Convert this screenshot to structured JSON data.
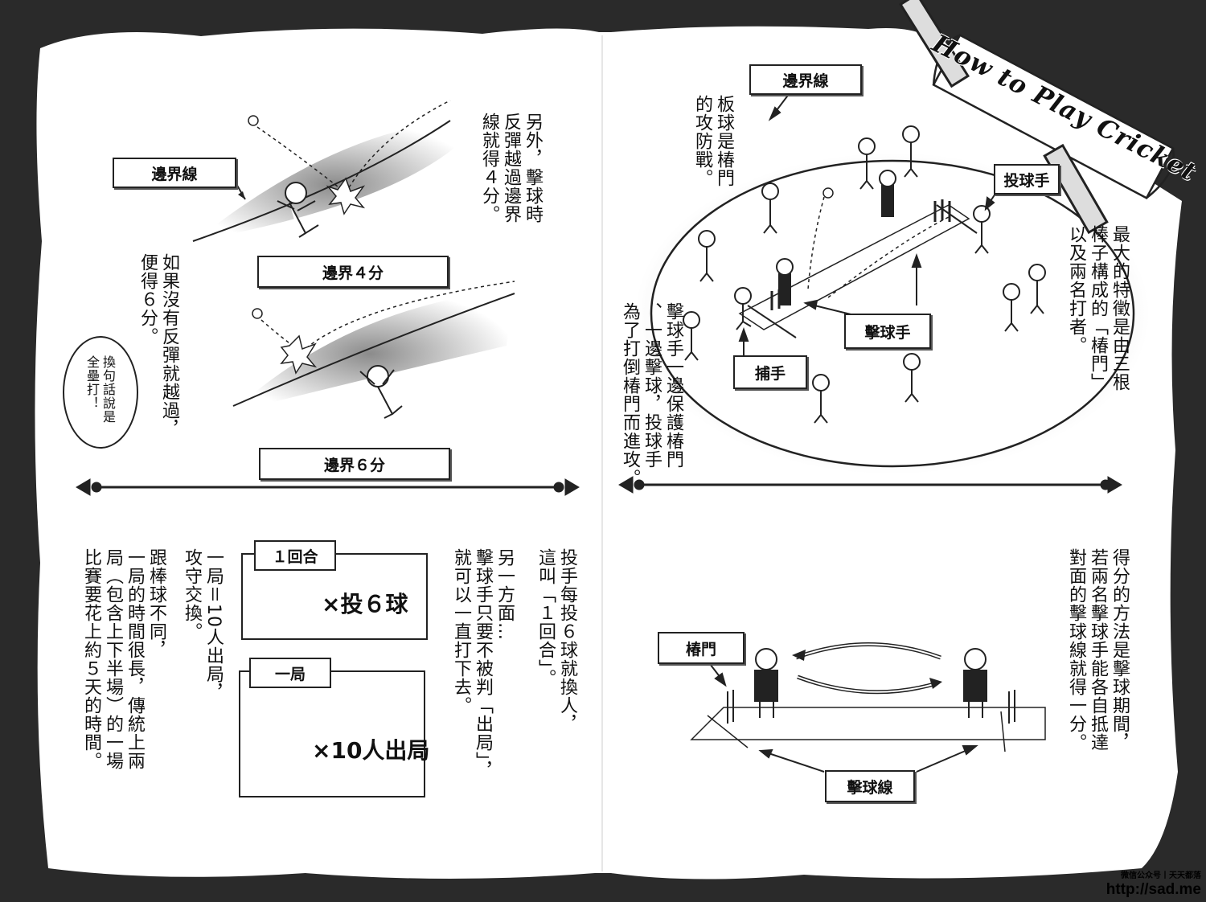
{
  "banner": {
    "title": "How to Play Cricket"
  },
  "left_page": {
    "text_rebound": "另外，擊球時\n反彈越過邊界\n線就得４分。",
    "text_no_rebound": "如果沒有反彈就越過，\n便得６分。",
    "bubble": "換句話說是\n全壘打！",
    "label_boundary": "邊界線",
    "label_boundary_4": "邊界４分",
    "label_boundary_6": "邊界６分",
    "text_over": "投手每投６球就換人，\n這叫「１回合」。",
    "text_batsman": "另一方面…\n擊球手只要不被判「出局」，\n就可以一直打下去。",
    "text_innings": "一局＝10人出局，\n攻守交換。",
    "text_duration": "跟棒球不同，\n一局的時間很長，傳統上兩\n局（包含上下半場）的一場\n比賽要花上約５天的時間。",
    "box_over": {
      "label": "１回合",
      "caption": "×投６球"
    },
    "box_innings": {
      "label": "一局",
      "caption": "×10人出局"
    }
  },
  "right_page": {
    "text_feature": "最大的特徵是由三根\n棒子構成的「椿門」\n以及兩名打者。",
    "text_attack": "板球是椿門\n的攻防戰。",
    "text_roles": "擊球手一邊保護椿門\n、一邊擊球，投球手\n為了打倒椿門而進攻。",
    "text_scoring": "得分的方法是擊球期間，\n若兩名擊球手能各自抵達\n對面的擊球線就得一分。",
    "label_boundary": "邊界線",
    "label_bowler": "投球手",
    "label_batsman": "擊球手",
    "label_keeper": "捕手",
    "label_wicket": "椿門",
    "label_crease": "擊球線"
  },
  "watermark": {
    "line1": "微信公众号丨天天都落",
    "line2": "http://sad.me"
  }
}
